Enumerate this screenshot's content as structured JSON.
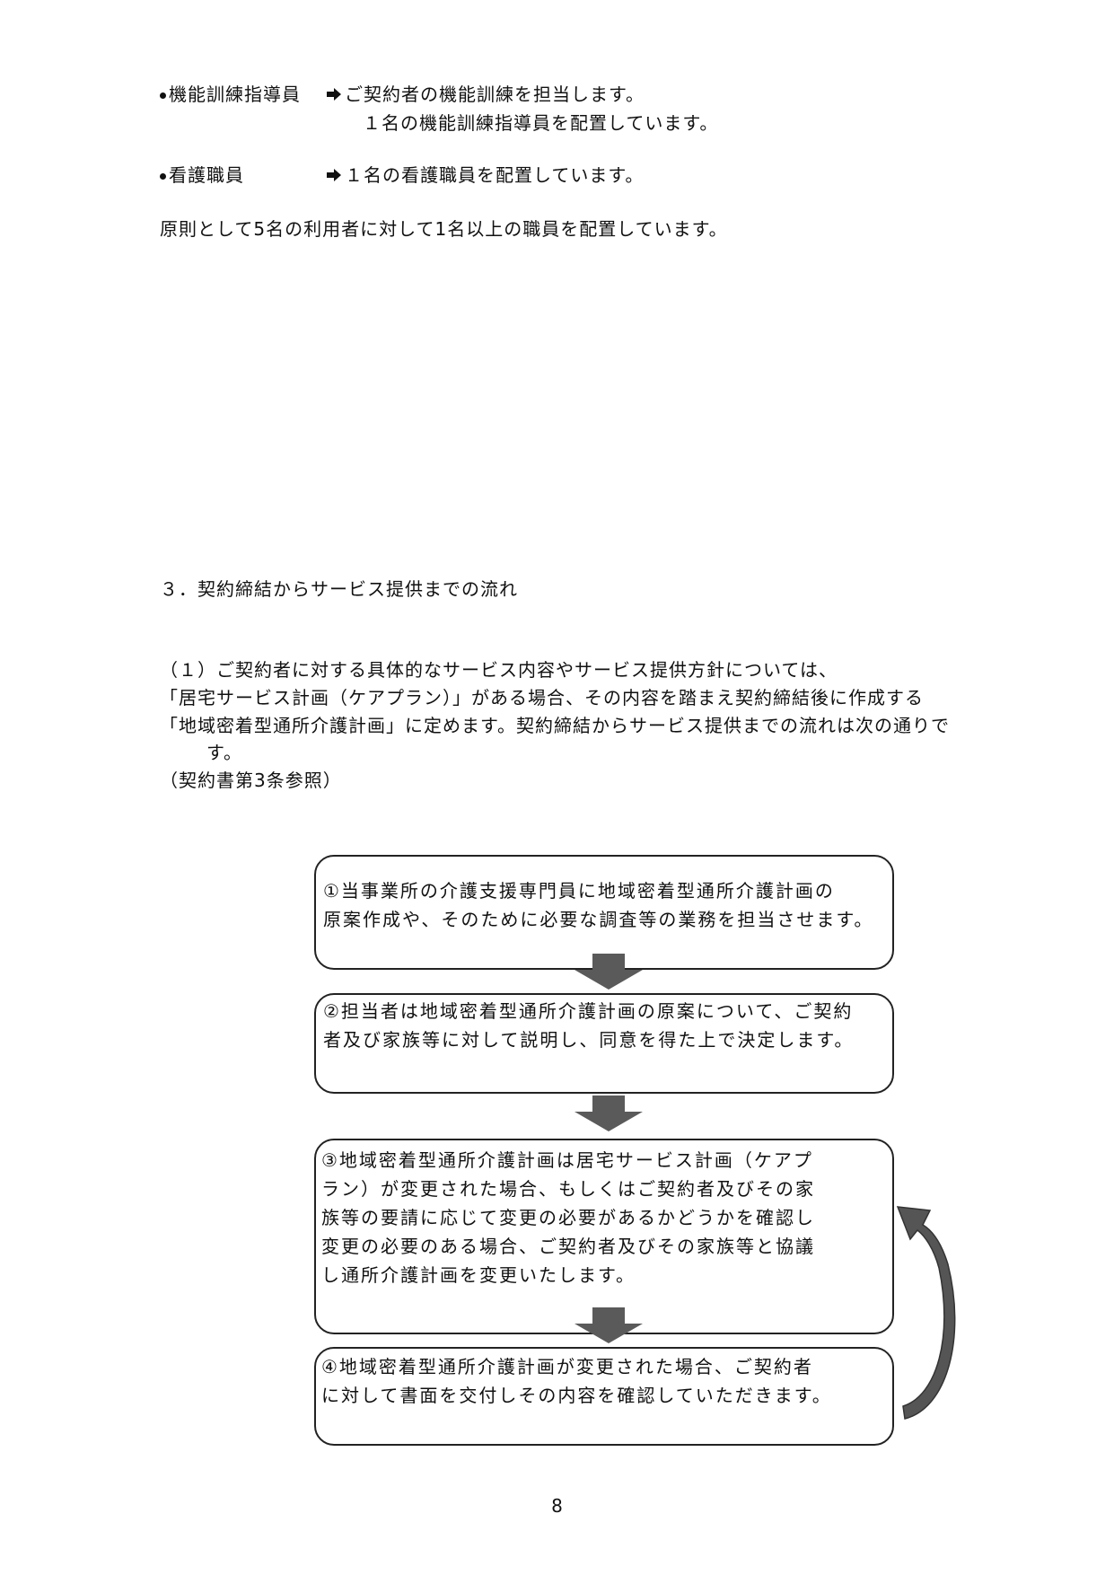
{
  "staff": {
    "item1": {
      "title": "機能訓練指導員",
      "line1": "ご契約者の機能訓練を担当します。",
      "line2": "１名の機能訓練指導員を配置しています。"
    },
    "item2": {
      "title": "看護職員",
      "line1": "１名の看護職員を配置しています。"
    },
    "ratio": "原則として5名の利用者に対して1名以上の職員を配置しています。"
  },
  "section": {
    "heading": "３．契約締結からサービス提供までの流れ",
    "para_lines": [
      "（１）ご契約者に対する具体的なサービス内容やサービス提供方針については、",
      "「居宅サービス計画（ケアプラン）」がある場合、その内容を踏まえ契約締結後に作成する",
      "「地域密着型通所介護計画」に定めます。契約締結からサービス提供までの流れは次の通りで",
      "す。",
      "（契約書第3条参照）"
    ]
  },
  "flow": {
    "step1": [
      "①当事業所の介護支援専門員に地域密着型通所介護計画の",
      "原案作成や、そのために必要な調査等の業務を担当させます。"
    ],
    "step2": [
      "②担当者は地域密着型通所介護計画の原案について、ご契約",
      "者及び家族等に対して説明し、同意を得た上で決定します。"
    ],
    "step3": [
      "③地域密着型通所介護計画は居宅サービス計画（ケアプ",
      "ラン）が変更された場合、もしくはご契約者及びその家",
      "族等の要請に応じて変更の必要があるかどうかを確認し",
      "変更の必要のある場合、ご契約者及びその家族等と協議",
      "し通所介護計画を変更いたします。"
    ],
    "step4": [
      "④地域密着型通所介護計画が変更された場合、ご契約者",
      "に対して書面を交付しその内容を確認していただきます。"
    ]
  },
  "icons": {
    "bullet": "filled-circle-bullet",
    "right_arrow": "right-arrow-icon",
    "down_arrow": "down-arrow-icon",
    "loop_arrow": "curved-return-arrow-icon"
  },
  "colors": {
    "arrow_fill": "#5a5a5a",
    "text": "#111111",
    "border": "#222222"
  },
  "footer": {
    "page_number": "8"
  }
}
